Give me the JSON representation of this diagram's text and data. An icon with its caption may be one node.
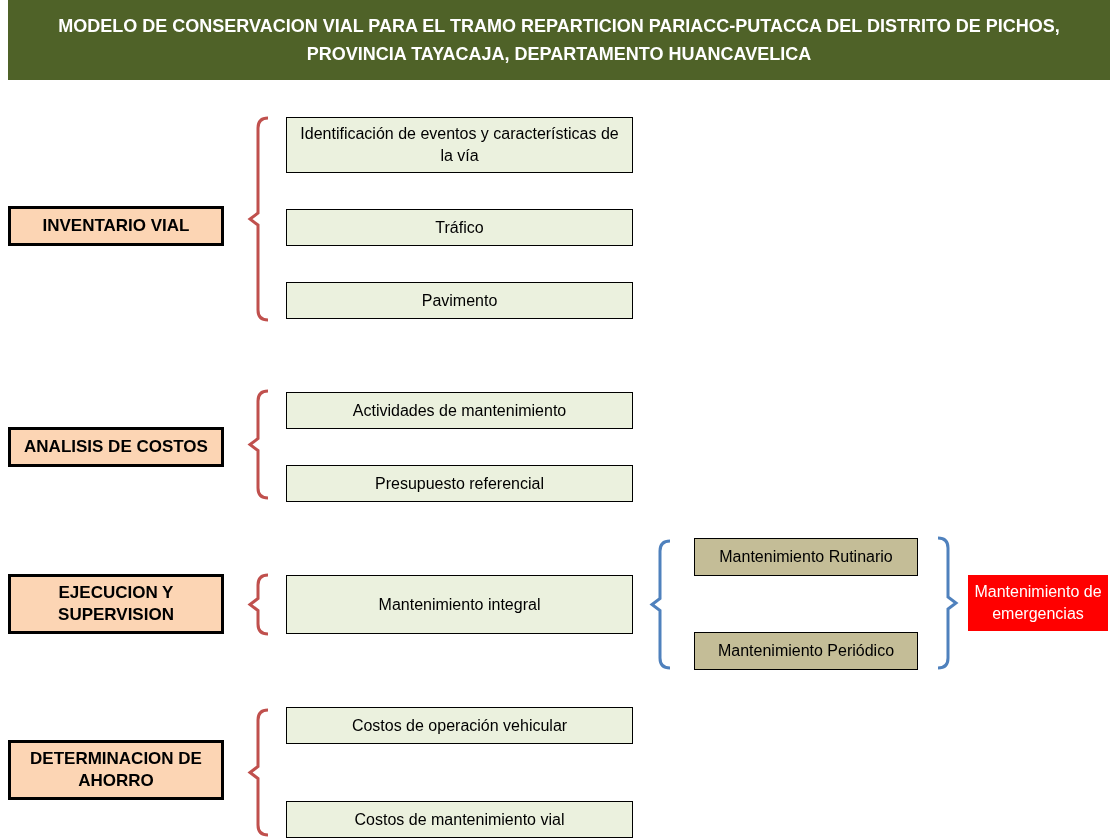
{
  "diagram": {
    "title": "MODELO DE CONSERVACION VIAL PARA EL TRAMO REPARTICION PARIACC-PUTACCA DEL DISTRITO DE PICHOS, PROVINCIA TAYACAJA, DEPARTAMENTO HUANCAVELICA",
    "nodes": [
      {
        "text": [
          "INVENTARIO VIAL"
        ]
      },
      {
        "text": [
          "Identificación de eventos y características de la vía"
        ]
      },
      {
        "text": [
          "Tráfico"
        ]
      },
      {
        "text": [
          "Pavimento"
        ]
      },
      {
        "text": [
          "ANALISIS DE COSTOS"
        ]
      },
      {
        "text": [
          "Actividades de mantenimiento"
        ]
      },
      {
        "text": [
          "Presupuesto referencial"
        ]
      },
      {
        "text": [
          "EJECUCION Y SUPERVISION"
        ]
      },
      {
        "text": [
          "Mantenimiento integral"
        ]
      },
      {
        "text": [
          "Mantenimiento Rutinario"
        ]
      },
      {
        "text": [
          "Mantenimiento Periódico"
        ]
      },
      {
        "text": [
          "Mantenimiento de emergencias"
        ]
      },
      {
        "text": [
          "DETERMINACION DE AHORRO"
        ]
      },
      {
        "text": [
          "Costos de operación vehicular"
        ]
      },
      {
        "text": [
          "Costos de mantenimiento vial"
        ]
      }
    ]
  }
}
